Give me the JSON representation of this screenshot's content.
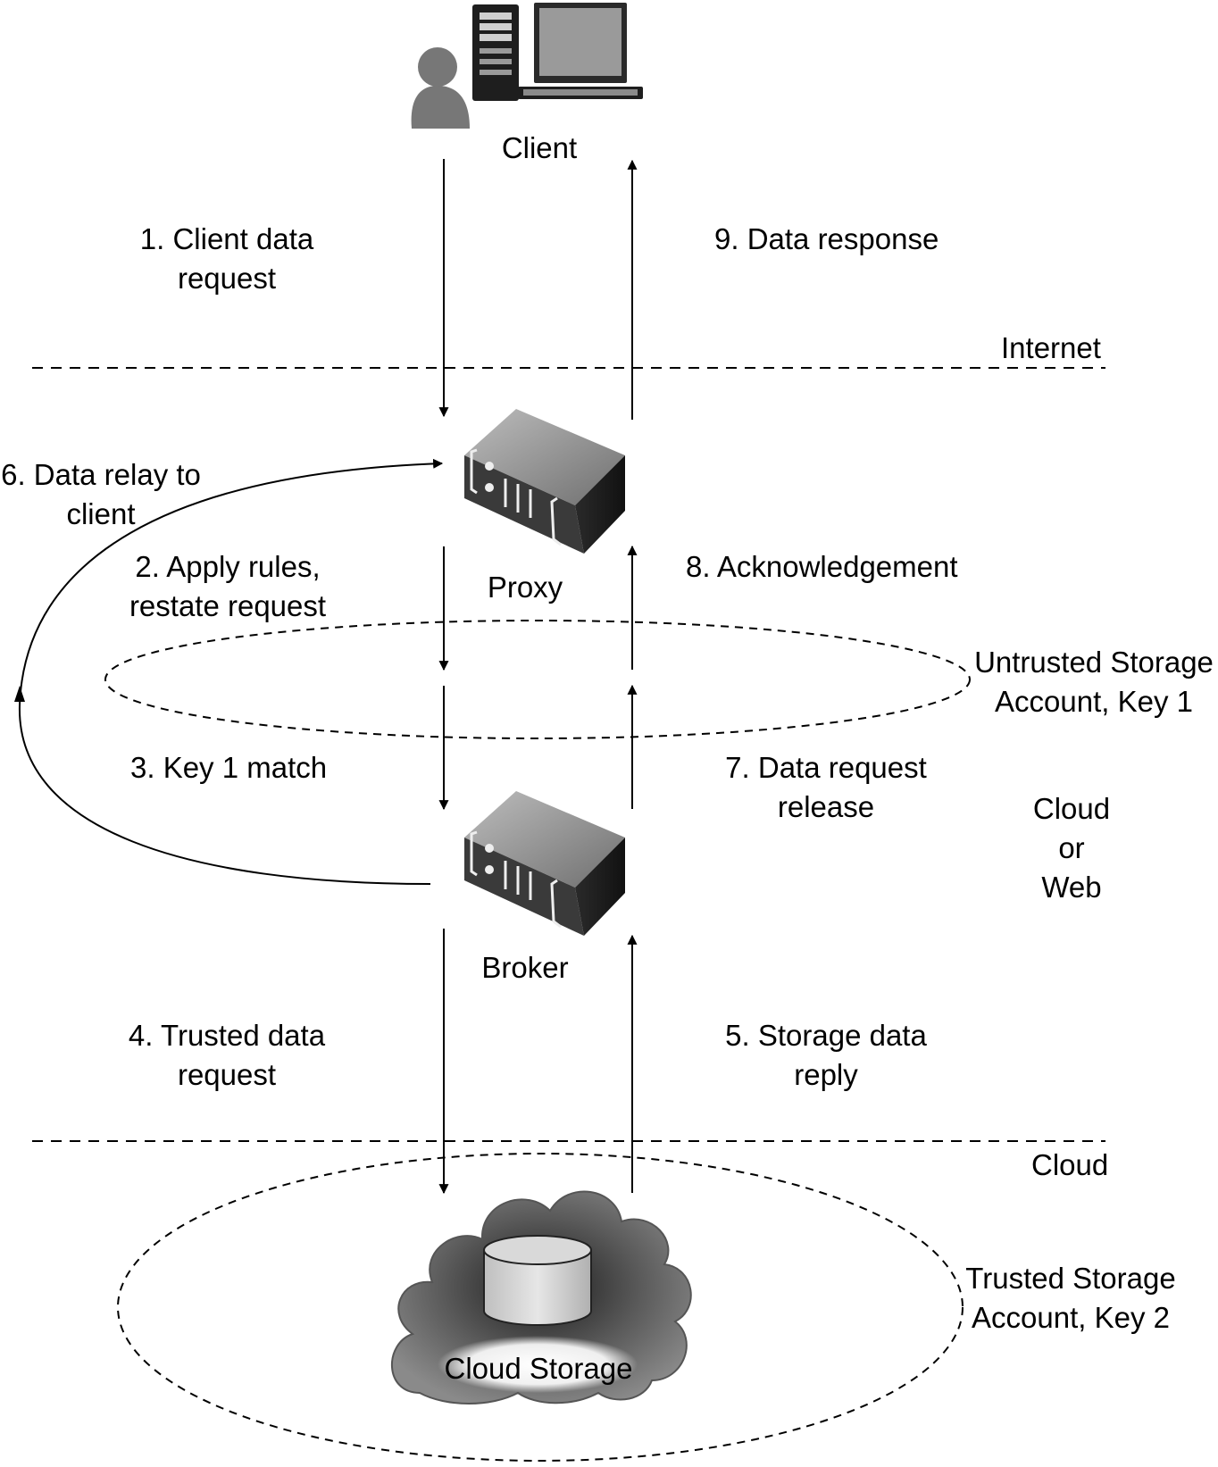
{
  "nodes": {
    "client": "Client",
    "proxy": "Proxy",
    "broker": "Broker",
    "storage": "Cloud Storage"
  },
  "zones": {
    "internet": "Internet",
    "untrusted": [
      "Untrusted Storage",
      "Account, Key 1"
    ],
    "cloud_or_web": [
      "Cloud",
      "or",
      "Web"
    ],
    "cloud": "Cloud",
    "trusted": [
      "Trusted Storage",
      "Account, Key 2"
    ]
  },
  "steps": {
    "s1": [
      "1. Client data",
      "request"
    ],
    "s2": [
      "2. Apply rules,",
      "restate request"
    ],
    "s3": "3. Key 1 match",
    "s4": [
      "4. Trusted data",
      "request"
    ],
    "s5": [
      "5. Storage data",
      "reply"
    ],
    "s6": [
      "6. Data relay to",
      "client"
    ],
    "s7": [
      "7. Data request",
      "release"
    ],
    "s8": "8. Acknowledgement",
    "s9": "9. Data response"
  }
}
